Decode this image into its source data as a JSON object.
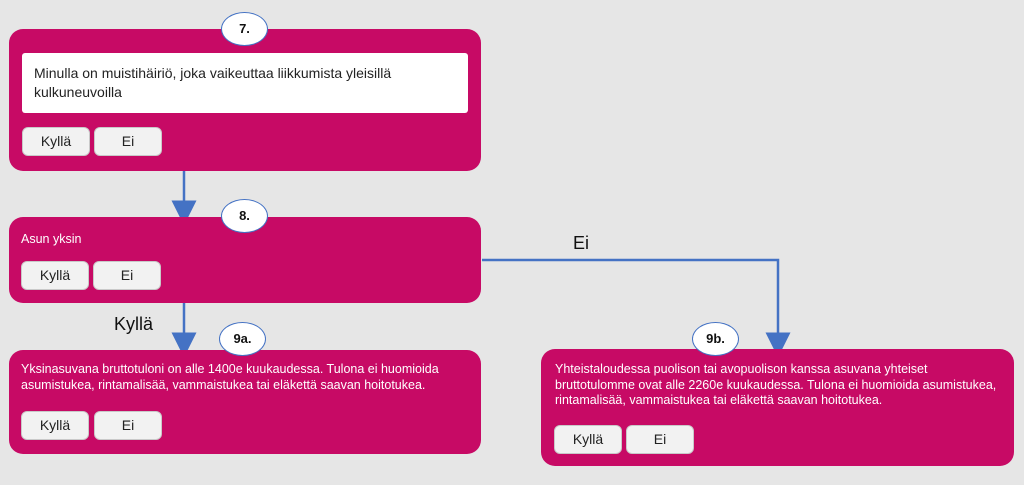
{
  "colors": {
    "background": "#e6e6e6",
    "card": "#c70a65",
    "connector": "#4472c4"
  },
  "steps": {
    "q7": {
      "number": "7.",
      "text": "Minulla on muistihäiriö, joka vaikeuttaa liikkumista yleisillä kulkuneuvoilla",
      "yes": "Kyllä",
      "no": "Ei"
    },
    "q8": {
      "number": "8.",
      "text": "Asun yksin",
      "yes": "Kyllä",
      "no": "Ei"
    },
    "q9a": {
      "number": "9a.",
      "text": "Yksinasuvana bruttotuloni on alle 1400e kuukaudessa. Tulona ei huomioida asumistukea, rintamalisää, vammaistukea tai eläkettä saavan hoitotukea.",
      "yes": "Kyllä",
      "no": "Ei"
    },
    "q9b": {
      "number": "9b.",
      "text": "Yhteistaloudessa puolison tai avopuolison kanssa asuvana yhteiset bruttotulomme ovat alle 2260e kuukaudessa. Tulona ei huomioida asumistukea, rintamalisää, vammaistukea tai eläkettä saavan hoitotukea.",
      "yes": "Kyllä",
      "no": "Ei"
    }
  },
  "connector_labels": {
    "yes": "Kyllä",
    "no": "Ei"
  }
}
